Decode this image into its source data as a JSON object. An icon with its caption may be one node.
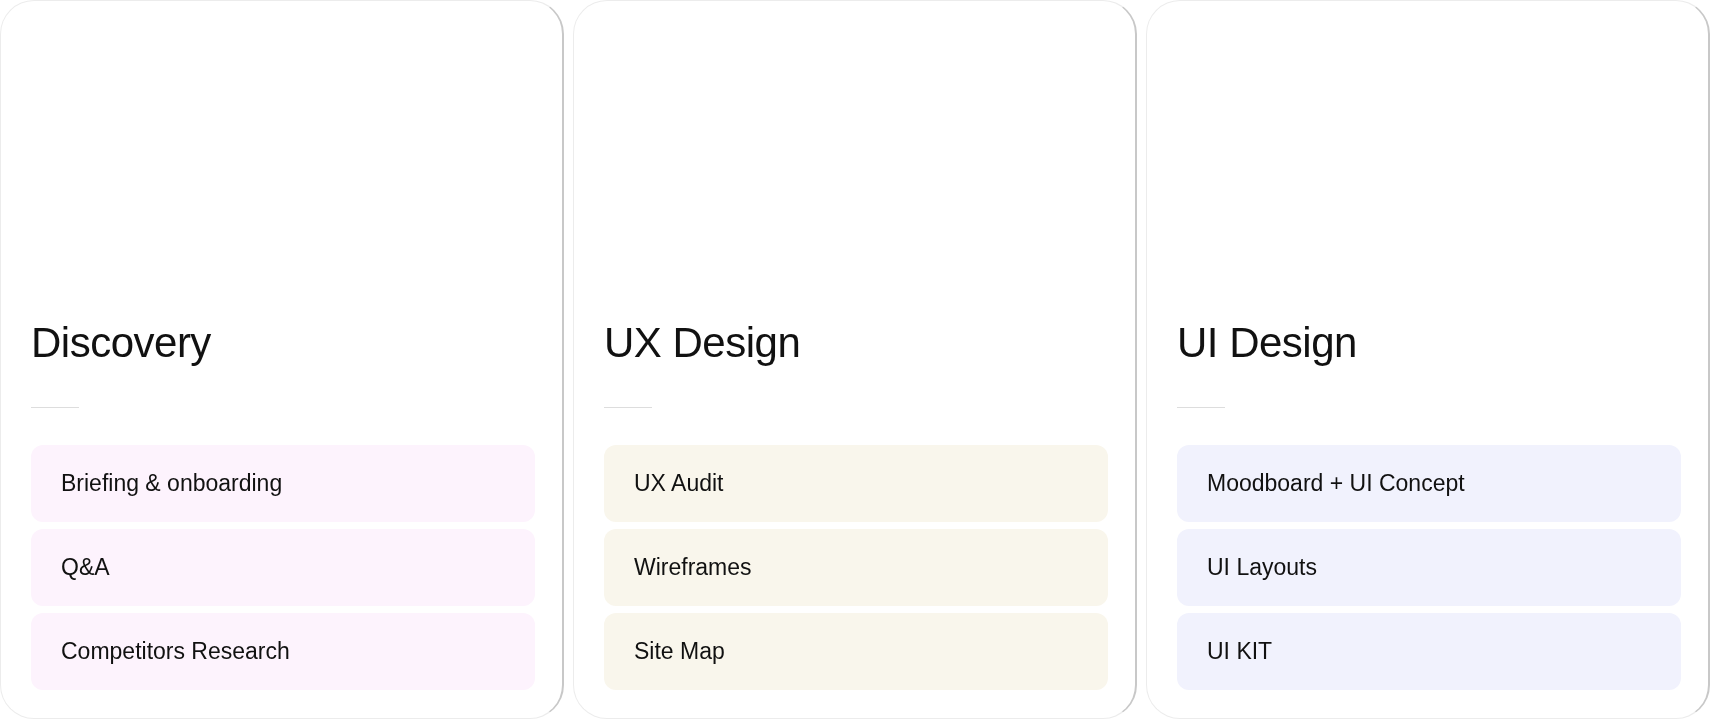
{
  "diagram": {
    "nodes": [
      {
        "text": [
          "Discovery"
        ]
      },
      {
        "text": [
          "Briefing & onboarding"
        ],
        "in": 0
      },
      {
        "text": [
          "Q&A"
        ],
        "in": 0
      },
      {
        "text": [
          "Competitors Research"
        ],
        "in": 0
      },
      {
        "text": [
          "UX Design"
        ]
      },
      {
        "text": [
          "UX Audit"
        ],
        "in": 4
      },
      {
        "text": [
          "Wireframes"
        ],
        "in": 4
      },
      {
        "text": [
          "Site Map"
        ],
        "in": 4
      },
      {
        "text": [
          "UI Design"
        ]
      },
      {
        "text": [
          "Moodboard + UI Concept"
        ],
        "in": 8
      },
      {
        "text": [
          "UI Layouts"
        ],
        "in": 8
      },
      {
        "text": [
          "UI KIT"
        ],
        "in": 8
      }
    ]
  }
}
